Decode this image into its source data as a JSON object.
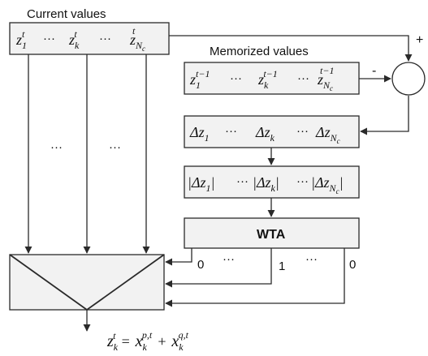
{
  "labels": {
    "current_values": "Current values",
    "memorized_values": "Memorized values",
    "wta": "WTA",
    "plus_sign": "+",
    "minus_sign": "-",
    "ellipsis": "···",
    "wta_out_0": "0",
    "wta_out_1": "1",
    "wta_out_last": "0"
  },
  "symbols": {
    "z": "z",
    "t": "t",
    "t_minus_1": "t−1",
    "one": "1",
    "k": "k",
    "N": "N",
    "c": "c",
    "delta": "Δ",
    "bar": "|",
    "x": "x",
    "p_t": "p,t",
    "q_t": "q,t",
    "equals": "=",
    "plus": "+"
  }
}
